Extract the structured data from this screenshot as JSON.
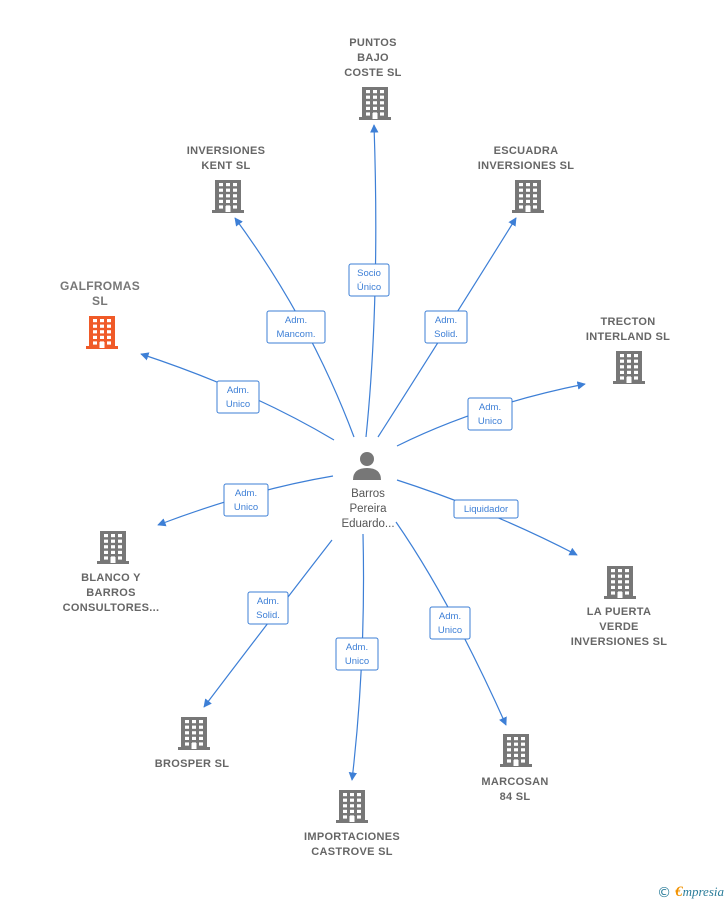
{
  "center": {
    "name_lines": [
      "Barros",
      "Pereira",
      "Eduardo..."
    ]
  },
  "nodes": [
    {
      "id": "puntos",
      "label_lines": [
        "PUNTOS",
        "BAJO",
        "COSTE SL"
      ],
      "highlight": false,
      "relation_lines": [
        "Socio",
        "Único"
      ]
    },
    {
      "id": "escuadra",
      "label_lines": [
        "ESCUADRA",
        "INVERSIONES SL"
      ],
      "highlight": false,
      "relation_lines": [
        "Adm.",
        "Solid."
      ]
    },
    {
      "id": "trecton",
      "label_lines": [
        "TRECTON",
        "INTERLAND  SL"
      ],
      "highlight": false,
      "relation_lines": [
        "Adm.",
        "Unico"
      ]
    },
    {
      "id": "lapuerta",
      "label_lines": [
        "LA PUERTA",
        "VERDE",
        "INVERSIONES SL"
      ],
      "highlight": false,
      "relation_lines": [
        "Liquidador"
      ]
    },
    {
      "id": "marcosan",
      "label_lines": [
        "MARCOSAN",
        "84 SL"
      ],
      "highlight": false,
      "relation_lines": [
        "Adm.",
        "Unico"
      ]
    },
    {
      "id": "importaciones",
      "label_lines": [
        "IMPORTACIONES",
        "CASTROVE  SL"
      ],
      "highlight": false,
      "relation_lines": [
        "Adm.",
        "Unico"
      ]
    },
    {
      "id": "brosper",
      "label_lines": [
        "BROSPER SL"
      ],
      "highlight": false,
      "relation_lines": [
        "Adm.",
        "Solid."
      ]
    },
    {
      "id": "blanco",
      "label_lines": [
        "BLANCO Y",
        "BARROS",
        "CONSULTORES..."
      ],
      "highlight": false,
      "relation_lines": [
        "Adm.",
        "Unico"
      ]
    },
    {
      "id": "galfromas",
      "label_lines": [
        "GALFROMAS",
        "SL"
      ],
      "highlight": true,
      "relation_lines": [
        "Adm.",
        "Unico"
      ]
    },
    {
      "id": "kent",
      "label_lines": [
        "INVERSIONES",
        "KENT SL"
      ],
      "highlight": false,
      "relation_lines": [
        "Adm.",
        "Mancom."
      ]
    }
  ],
  "colors": {
    "edge": "#3d7fd6",
    "building": "#777777",
    "building_highlight": "#f05a28",
    "person": "#777777"
  },
  "footer": {
    "copyright": "©",
    "brand_initial": "€",
    "brand_rest": "mpresia"
  }
}
